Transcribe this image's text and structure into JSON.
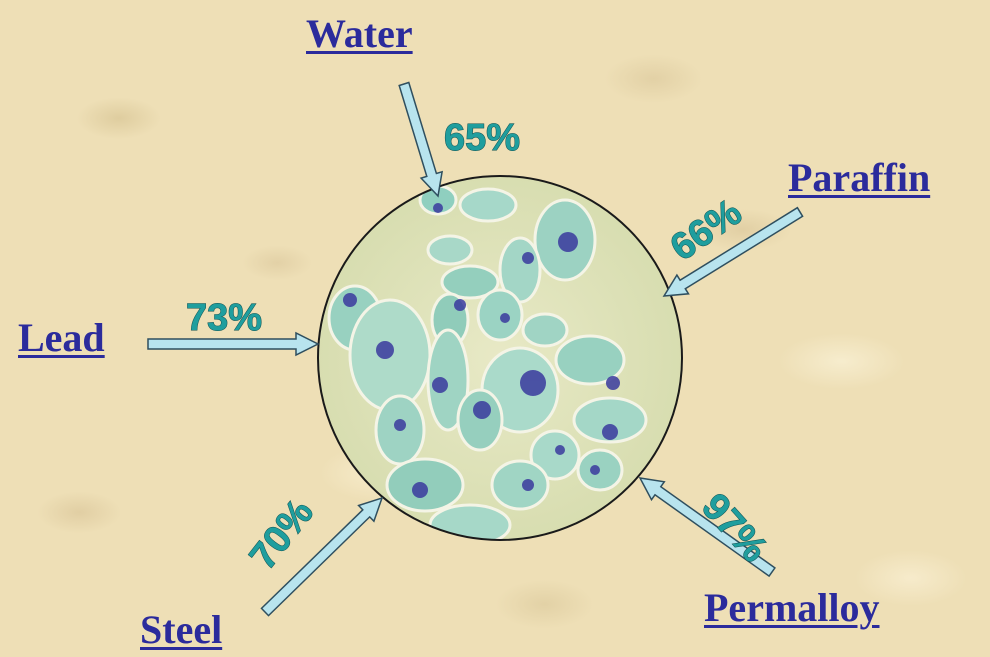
{
  "materials": [
    {
      "id": "water",
      "label": "Water",
      "percent": "65%"
    },
    {
      "id": "paraffin",
      "label": "Paraffin",
      "percent": "66%"
    },
    {
      "id": "lead",
      "label": "Lead",
      "percent": "73%"
    },
    {
      "id": "steel",
      "label": "Steel",
      "percent": "70%"
    },
    {
      "id": "permalloy",
      "label": "Permalloy",
      "percent": "97%"
    }
  ],
  "colors": {
    "label": "#2b2b9c",
    "percent": "#1f9e9e",
    "arrow_fill": "#b8e4ee",
    "arrow_stroke": "#2f4f5f",
    "background": "#eedfb6"
  }
}
